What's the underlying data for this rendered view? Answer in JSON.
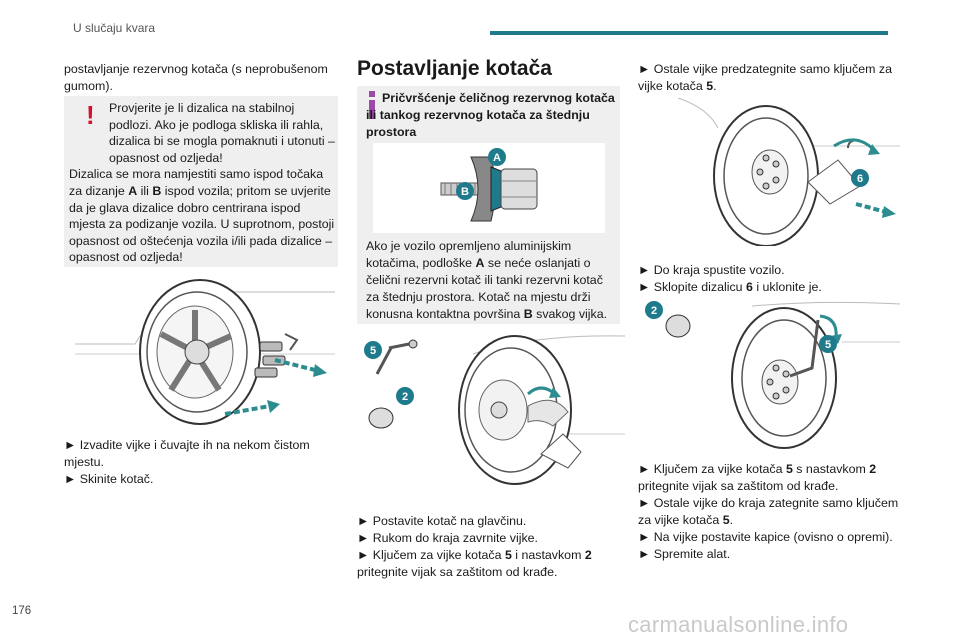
{
  "header": {
    "chapter": "U slučaju kvara",
    "accent_color": "#1f7a8c"
  },
  "page_number": "176",
  "watermark": "carmanualsonline.info",
  "left": {
    "intro": "postavljanje rezervnog kotača (s neprobušenom gumom).",
    "warning": {
      "icon": "warning-exclamation-icon",
      "line1": "Provjerite je li dizalica na stabilnoj podlozi. Ako je podloga skliska ili rahla, dizalica bi se mogla pomaknuti i utonuti – opasnost od ozljeda!",
      "line2_pre": "Dizalica se mora namjestiti samo ispod točaka za dizanje ",
      "line2_a": "A",
      "line2_mid": " ili ",
      "line2_b": "B",
      "line2_post": " ispod vozila; pritom se uvjerite da je glava dizalice dobro centrirana ispod mjesta za podizanje vozila. U suprotnom, postoji opasnost od oštećenja vozila i/ili pada dizalice – opasnost od ozljeda!"
    },
    "steps": [
      "► Izvadite vijke i čuvajte ih na nekom čistom mjestu.",
      "► Skinite kotač."
    ]
  },
  "middle": {
    "title": "Postavljanje kotača",
    "info_title": "Pričvršćenje čeličnog rezervnog kotača ili tankog rezervnog kotača za štednju prostora",
    "info_icon": "info-icon",
    "info_text_1": "Ako je vozilo opremljeno aluminijskim kotačima, podloške ",
    "info_a": "A",
    "info_text_2": " se neće oslanjati o čelični rezervni kotač ili tanki rezervni kotač za štednju prostora. Kotač na mjestu drži konusna kontaktna površina ",
    "info_b": "B",
    "info_text_3": " svakog vijka.",
    "labels": {
      "a": "A",
      "b": "B",
      "five": "5",
      "two": "2"
    },
    "step1": "► Postavite kotač na glavčinu.",
    "step2": "► Rukom do kraja zavrnite vijke.",
    "step3_pre": "► Ključem za vijke kotača ",
    "step3_5": "5",
    "step3_mid": " i nastavkom ",
    "step3_2": "2",
    "step3_post": " pritegnite vijak sa zaštitom od krađe."
  },
  "right": {
    "step1_pre": "► Ostale vijke predzategnite samo ključem za vijke kotača ",
    "step1_5": "5",
    "step1_post": ".",
    "labels": {
      "six": "6",
      "two": "2",
      "five": "5"
    },
    "step2": "► Do kraja spustite vozilo.",
    "step3_pre": "► Sklopite dizalicu ",
    "step3_6": "6",
    "step3_post": " i uklonite je.",
    "step4_pre": "► Ključem za vijke kotača ",
    "step4_5": "5",
    "step4_mid": " s nastavkom ",
    "step4_2": "2",
    "step4_post": " pritegnite vijak sa zaštitom od krađe.",
    "step5_pre": "► Ostale vijke do kraja zategnite samo ključem za vijke kotača ",
    "step5_5": "5",
    "step5_post": ".",
    "step6": "► Na vijke postavite kapice (ovisno o opremi).",
    "step7": "► Spremite alat."
  },
  "colors": {
    "teal": "#1f7a8c",
    "warning_red": "#d2122e",
    "info_purple": "#9b4aa8",
    "arrow_green": "#2d8c8f",
    "panel_gray": "#efefef"
  }
}
